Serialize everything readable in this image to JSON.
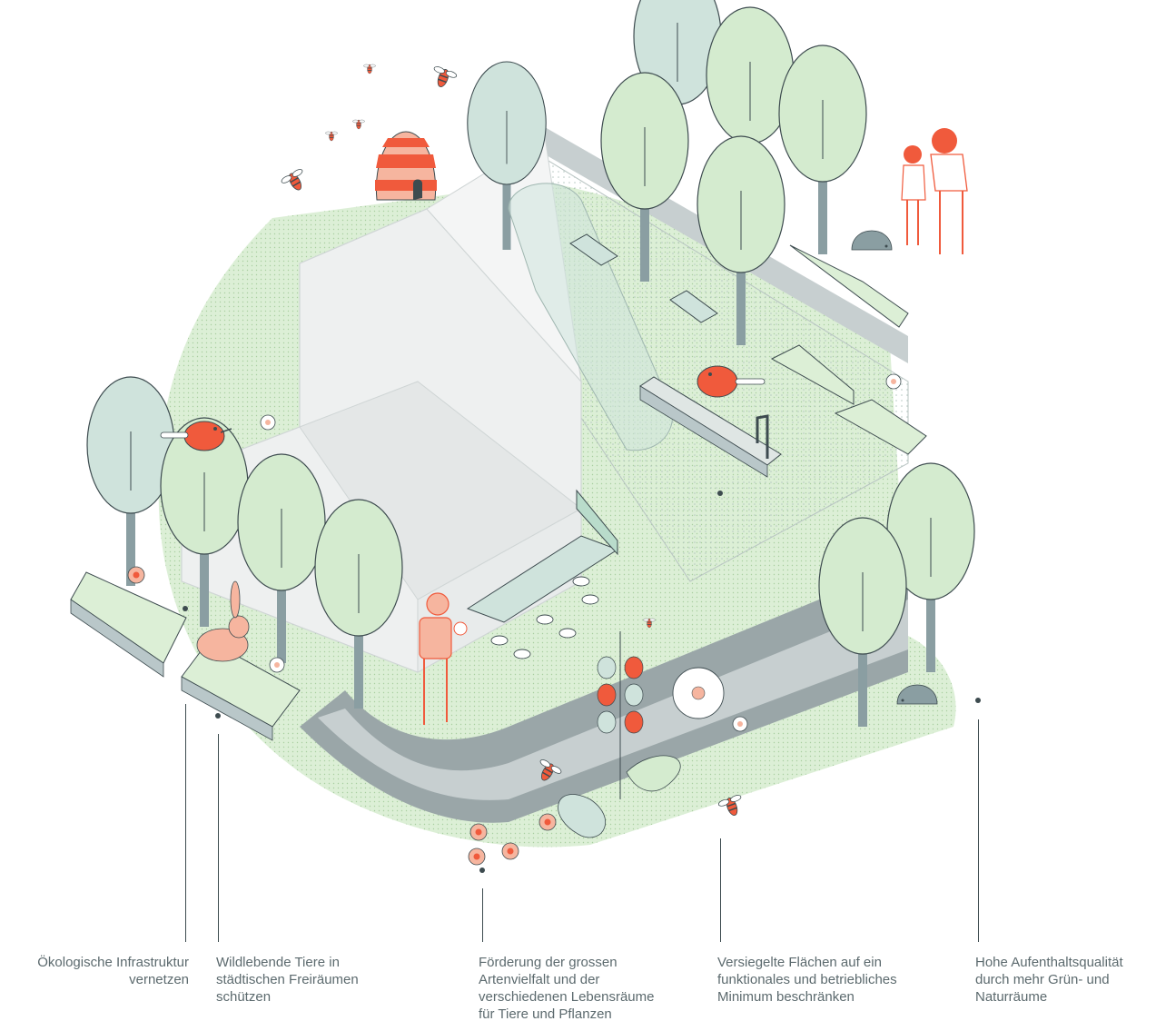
{
  "colors": {
    "accent": "#f05a3c",
    "accent_light": "#f6b59f",
    "green_light": "#dcefd6",
    "tree_canopy": "#d4ebcf",
    "tree_canopy_blue": "#cfe3dc",
    "trunk": "#8a9ea2",
    "road": "#9aa6a8",
    "pavement": "#dfe6e4",
    "building": "#eef0f0",
    "line": "#3d4b4f",
    "text": "#5c6a6e"
  },
  "icons": [
    "tree-icon",
    "bee-icon",
    "beehive-icon",
    "bird-icon",
    "rabbit-icon",
    "hedgehog-icon",
    "flower-icon",
    "bench-icon",
    "person-icon",
    "cafe-table-icon",
    "fountain-icon"
  ],
  "captions": [
    {
      "id": "infra",
      "text": "Ökologische Infrastruktur\nvernetzen"
    },
    {
      "id": "tiere",
      "text": "Wildlebende Tiere in\nstädtischen Freiräumen\nschützen"
    },
    {
      "id": "vielfalt",
      "text": "Förderung der grossen\nArtenvielfalt und der\nverschiedenen Lebensräume\nfür Tiere und Pflanzen"
    },
    {
      "id": "flaechen",
      "text": "Versiegelte Flächen auf ein\nfunktionales und betriebliches\nMinimum beschränken"
    },
    {
      "id": "qualitaet",
      "text": "Hohe Aufenthaltsqualität\ndurch mehr Grün- und\nNaturräume"
    }
  ]
}
